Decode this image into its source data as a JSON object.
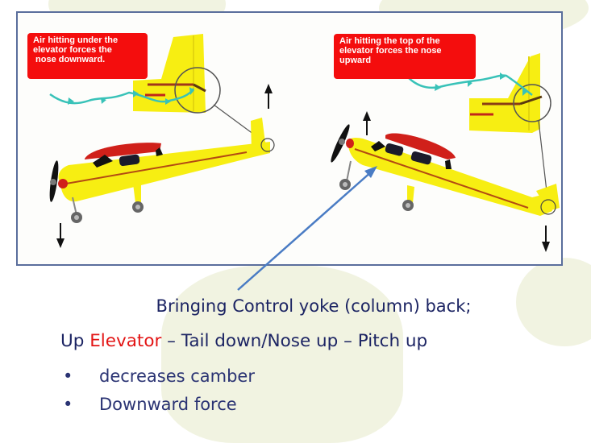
{
  "diagram": {
    "left_panel": {
      "callout": "Air hitting under the\nelevator forces the\n nose downward.",
      "nose_arrow": "down",
      "tail_arrow": "up"
    },
    "right_panel": {
      "callout": "Air hitting the top of the\nelevator forces the nose\nupward",
      "nose_arrow": "up",
      "tail_arrow": "down"
    },
    "colors": {
      "fuselage": "#f7ee12",
      "roof": "#d0201a",
      "stripe": "#b34a12",
      "airflow": "#38c2b8",
      "callout_bg": "#f40d0d",
      "frame_border": "#5a6e9c",
      "pointer": "#4a7cc4",
      "text": "#1c2463",
      "highlight": "#e31515"
    }
  },
  "caption": {
    "line1": "Bringing Control yoke (column) back;",
    "line2_prefix": "Up ",
    "line2_highlight": "Elevator",
    "line2_suffix": " – Tail down/Nose up – Pitch  up",
    "bullets": [
      {
        "marker": "•",
        "text": "decreases camber"
      },
      {
        "marker": "•",
        "text": "Downward force"
      }
    ]
  }
}
